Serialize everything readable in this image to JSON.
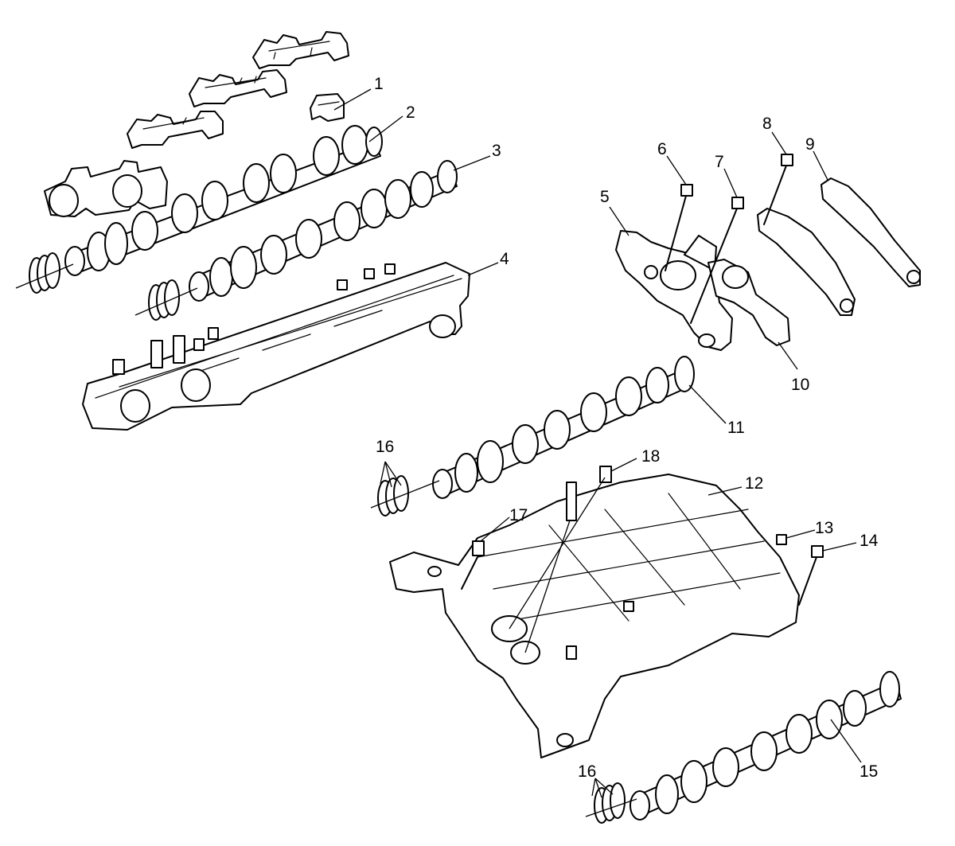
{
  "callouts": [
    {
      "id": "1",
      "label": "1"
    },
    {
      "id": "2",
      "label": "2"
    },
    {
      "id": "3",
      "label": "3"
    },
    {
      "id": "4",
      "label": "4"
    },
    {
      "id": "5",
      "label": "5"
    },
    {
      "id": "6",
      "label": "6"
    },
    {
      "id": "7",
      "label": "7"
    },
    {
      "id": "8",
      "label": "8"
    },
    {
      "id": "9",
      "label": "9"
    },
    {
      "id": "10",
      "label": "10"
    },
    {
      "id": "11",
      "label": "11"
    },
    {
      "id": "12",
      "label": "12"
    },
    {
      "id": "13",
      "label": "13"
    },
    {
      "id": "14",
      "label": "14"
    },
    {
      "id": "15",
      "label": "15"
    },
    {
      "id": "16a",
      "label": "16"
    },
    {
      "id": "16b",
      "label": "16"
    },
    {
      "id": "17",
      "label": "17"
    },
    {
      "id": "18",
      "label": "18"
    }
  ],
  "colors": {
    "line": "#000000",
    "background": "#ffffff"
  }
}
